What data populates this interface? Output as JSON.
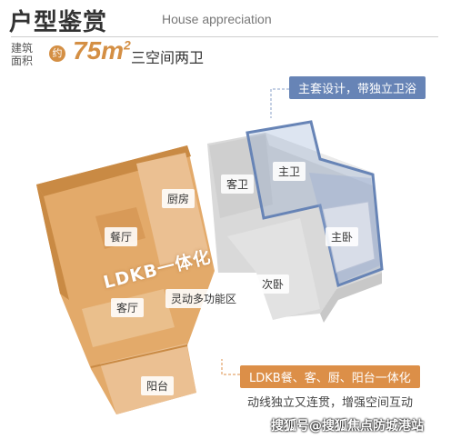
{
  "header": {
    "title": "户型鉴赏",
    "subtitle": "House appreciation",
    "area_label_1": "建筑",
    "area_label_2": "面积",
    "about": "约",
    "area_value": "75m",
    "area_unit_sup": "2",
    "layout": "三空间两卫"
  },
  "callouts": {
    "master_suite": "主套设计，带独立卫浴",
    "ldkb": "LDKB餐、客、厨、阳台一体化",
    "ldkb_desc": "动线独立又连贯，增强空间互动"
  },
  "rooms": {
    "kitchen": "厨房",
    "dining": "餐厅",
    "guest_bath": "客卫",
    "master_bath": "主卫",
    "master_bed": "主卧",
    "second_bed": "次卧",
    "living": "客厅",
    "flex": "灵动多功能区",
    "balcony": "阳台",
    "ldkb_band": "LDKB一体化"
  },
  "watermark": "搜狐号@搜狐焦点防城港站",
  "colors": {
    "accent_orange": "#dc8f48",
    "accent_blue": "#6784b6"
  }
}
